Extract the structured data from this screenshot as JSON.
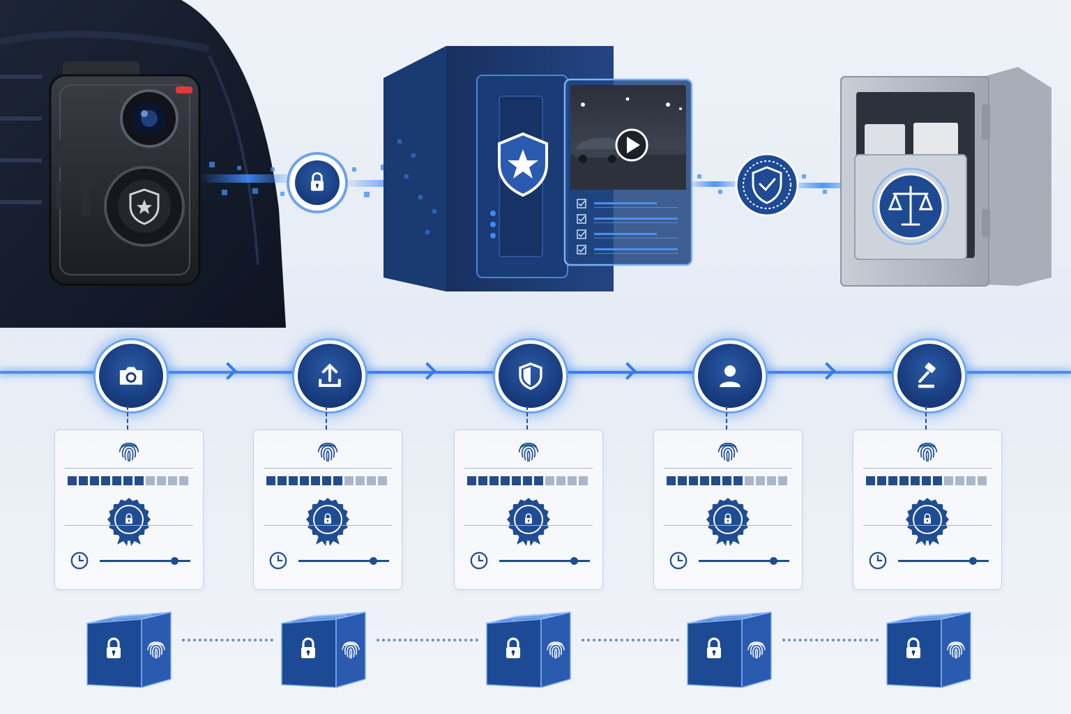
{
  "colors": {
    "navy": "#16397a",
    "accent_blue": "#2f7df0",
    "glow_blue": "#6ea3e8",
    "card_border": "#c9d3e2",
    "bar_filled": "#244b8c",
    "bar_empty": "#a9b6c9"
  },
  "top_scene": {
    "items": [
      {
        "name": "body-camera",
        "icon": "shield-star-icon"
      },
      {
        "name": "transfer-lock",
        "icon": "lock-icon"
      },
      {
        "name": "secure-server",
        "icon": "shield-star-icon"
      },
      {
        "name": "video-preview",
        "icon": "play-icon",
        "checklist_rows": 4
      },
      {
        "name": "verification-seal",
        "icon": "shield-check-icon"
      },
      {
        "name": "evidence-safe",
        "icon": "scales-of-justice-icon"
      }
    ]
  },
  "timeline": {
    "steps": [
      {
        "id": "capture",
        "icon": "camera-icon",
        "progress_filled": 7,
        "progress_total": 11,
        "time_level": 0.82
      },
      {
        "id": "upload",
        "icon": "upload-icon",
        "progress_filled": 7,
        "progress_total": 11,
        "time_level": 0.82
      },
      {
        "id": "secure",
        "icon": "shield-icon",
        "progress_filled": 7,
        "progress_total": 11,
        "time_level": 0.82
      },
      {
        "id": "review",
        "icon": "user-icon",
        "progress_filled": 7,
        "progress_total": 11,
        "time_level": 0.82
      },
      {
        "id": "court",
        "icon": "gavel-icon",
        "progress_filled": 7,
        "progress_total": 11,
        "time_level": 0.82
      }
    ]
  },
  "blockchain": {
    "blocks": 5,
    "block_icons": [
      "lock-icon",
      "fingerprint-icon"
    ]
  }
}
